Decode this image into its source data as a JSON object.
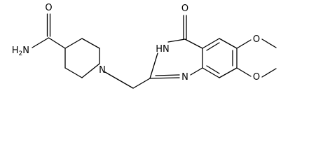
{
  "molecule": {
    "labels": {
      "amide_nh2": "H2N",
      "amide_o": "O",
      "piperidine_n": "N",
      "quinazolinone_o": "O",
      "quinazolinone_nh": "HN",
      "quinazolinone_n": "N",
      "methoxy_o_upper": "O",
      "methoxy_o_lower": "O"
    },
    "colors": {
      "bond": "#000000",
      "text": "#000000",
      "background": "#ffffff"
    }
  }
}
